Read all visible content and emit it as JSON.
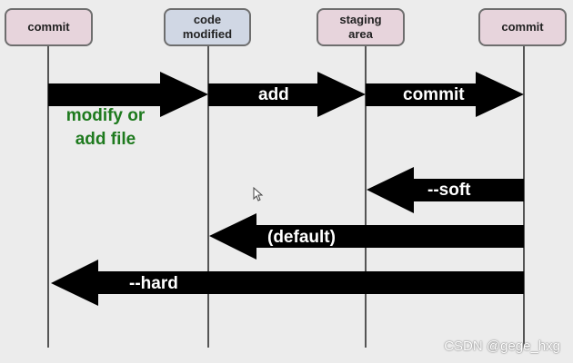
{
  "nodes": {
    "commit_left": "commit",
    "code_modified": "code\nmodified",
    "staging_area": "staging\narea",
    "commit_right": "commit"
  },
  "arrows": {
    "add": "add",
    "commit": "commit",
    "soft": "--soft",
    "default": "(default)",
    "hard": "--hard"
  },
  "annotation": "modify or\nadd file",
  "watermark": "CSDN @gege_hxg",
  "colors": {
    "background": "#ececec",
    "arrow": "#000000",
    "annotation": "#1e7a1e",
    "commit_box": "#e7d4dc",
    "modified_box": "#d0d7e4"
  }
}
